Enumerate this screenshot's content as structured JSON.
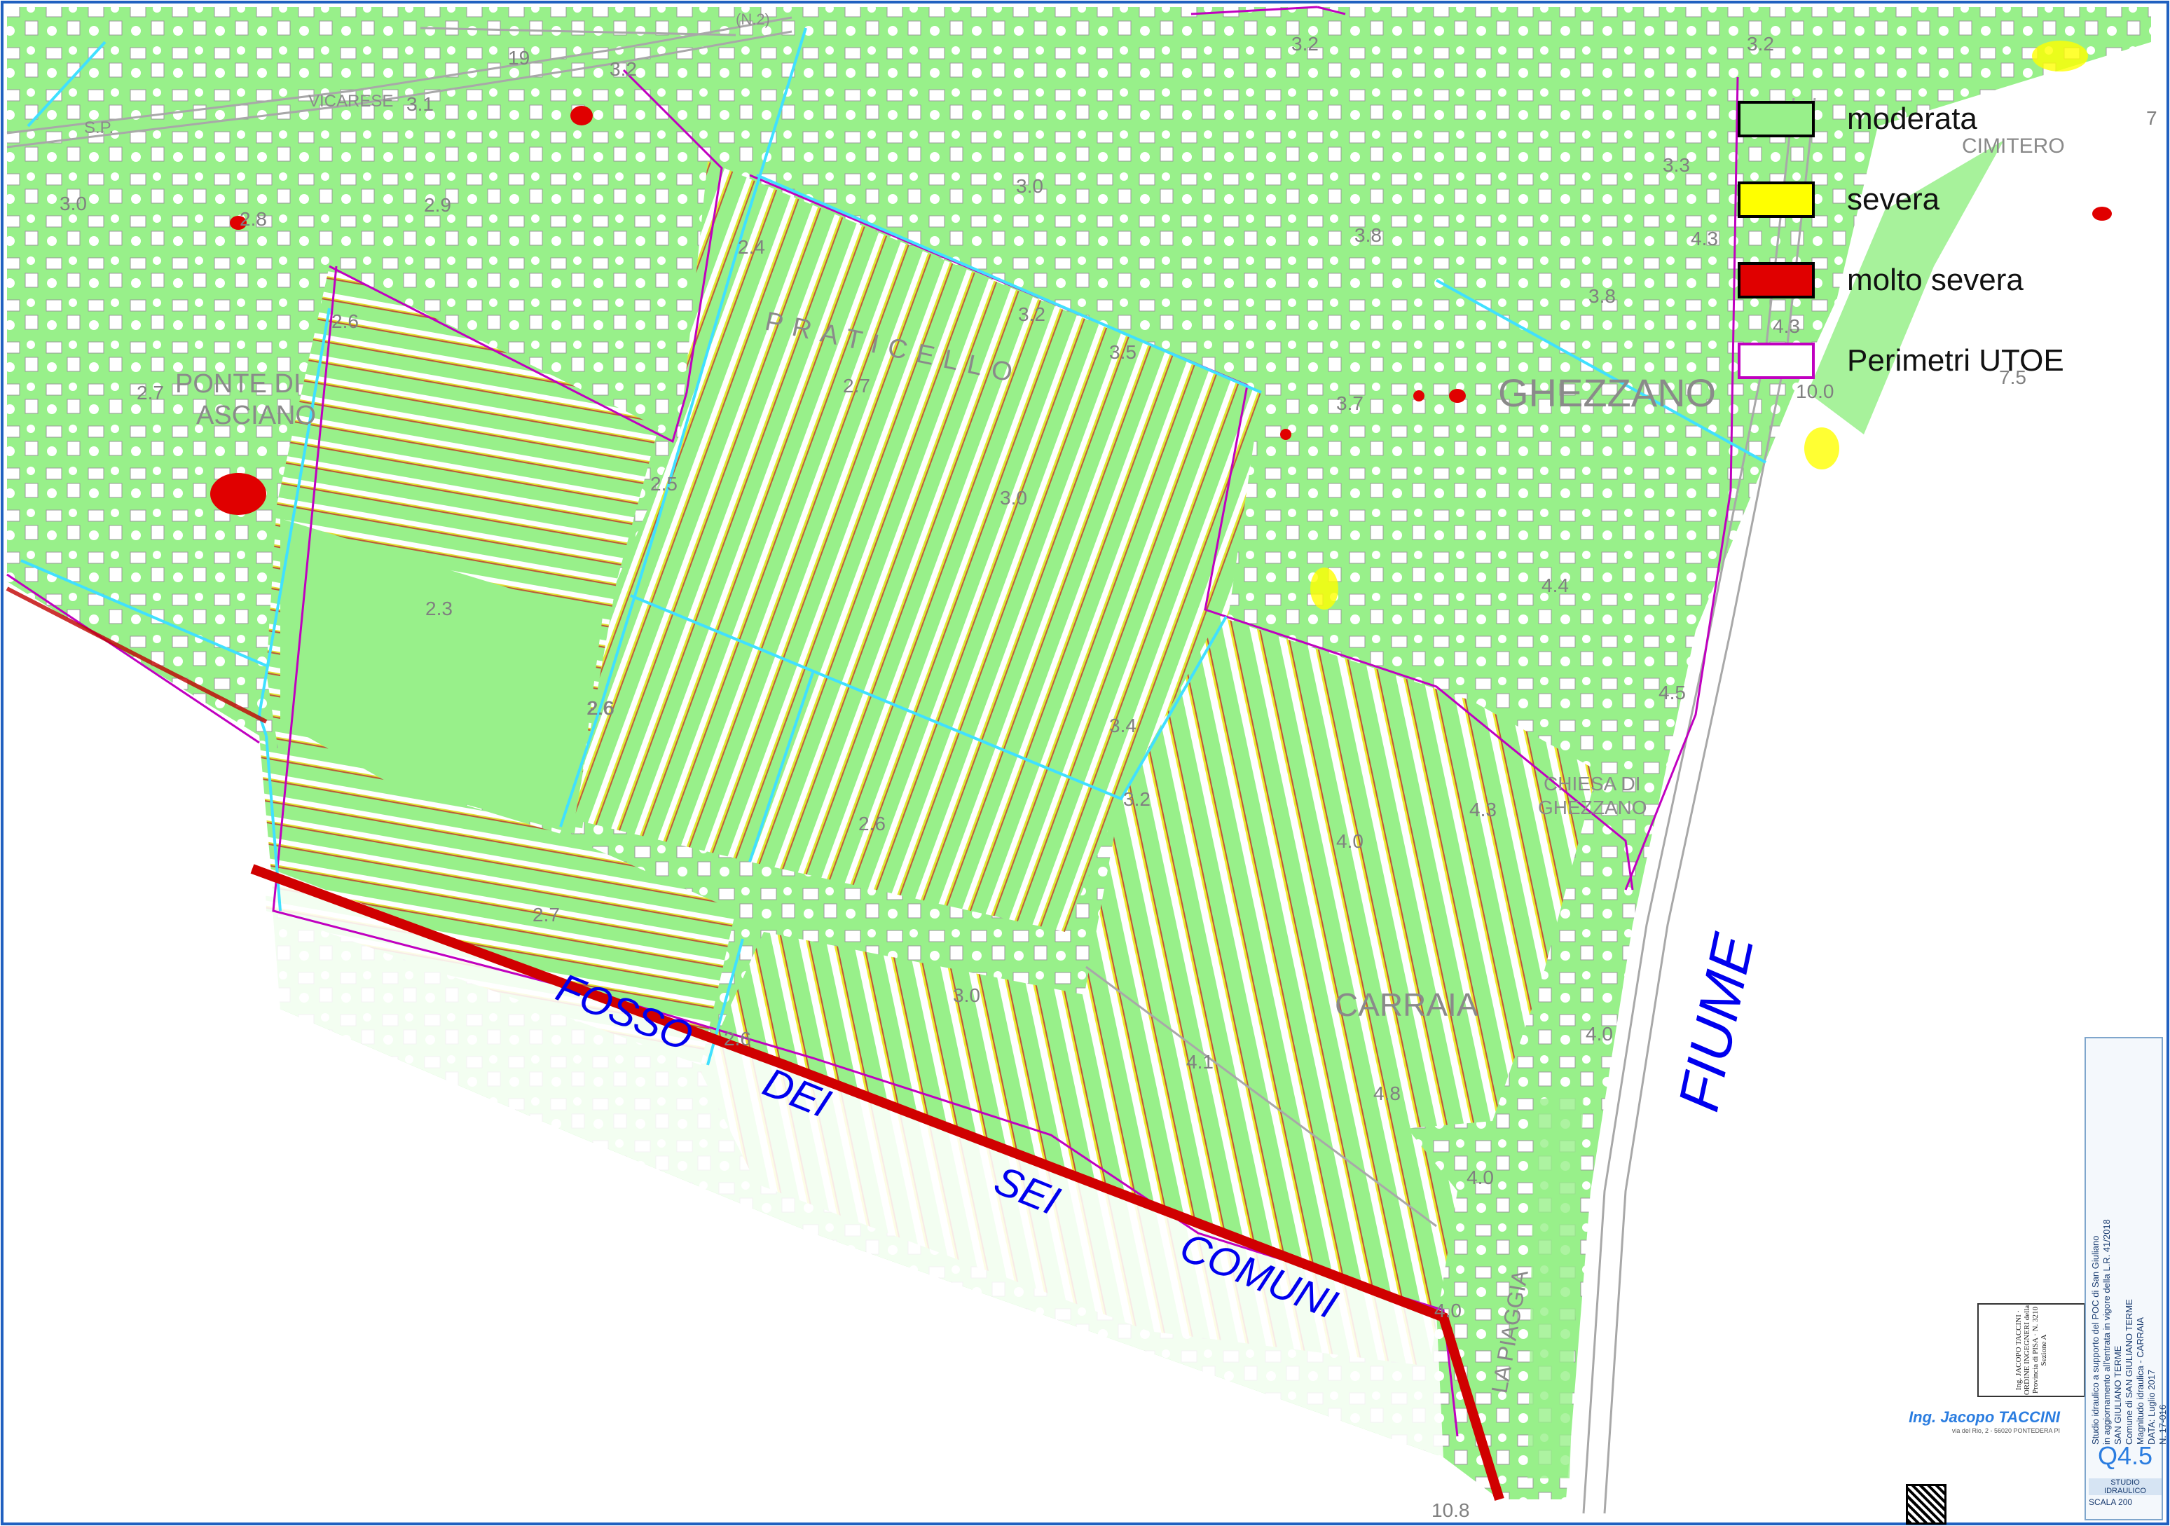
{
  "legend": {
    "items": [
      {
        "label": "moderata",
        "color": "#98f08a"
      },
      {
        "label": "severa",
        "color": "#ffff00"
      },
      {
        "label": "molto severa",
        "color": "#e00000"
      },
      {
        "label": "Perimetri UTOE",
        "color": "#c000c0"
      }
    ]
  },
  "places": {
    "ghezzano": "GHEZZANO",
    "praticello": "PRATICELLO",
    "carraia": "CARRAIA",
    "ponte_line1": "PONTE DI",
    "ponte_line2": "ASCIANO",
    "cimitero": "CIMITERO",
    "chiesa_line1": "CHIESA DI",
    "chiesa_line2": "GHEZZANO",
    "la_piaggia": "LA PIAGGIA",
    "sp": "S.P.",
    "vicarese": "VICARESE",
    "n2": "(N.2)"
  },
  "waterways": {
    "fosso": "FOSSO",
    "dei": "DEI",
    "sei": "SEI",
    "comuni": "COMUNI",
    "fiume": "FIUME"
  },
  "elevations": [
    "19",
    "3.2",
    "3.1",
    "3.0",
    "2.8",
    "2.9",
    "2.4",
    "2.6",
    "2.7",
    "2.5",
    "2.3",
    "2.6",
    "3.2",
    "3.5",
    "2.7",
    "3.0",
    "3.0",
    "3.2",
    "3.3",
    "3.8",
    "3.8",
    "4.3",
    "3.7",
    "10.0",
    "7.5",
    "4.4",
    "4.5",
    "3.4",
    "3.2",
    "2.6",
    "2.6",
    "4.3",
    "4.0",
    "2.7",
    "3.0",
    "2.6",
    "4.1",
    "4.8",
    "4.0",
    "4.0",
    "4.0",
    "10.8",
    "7",
    "3.2",
    "4.3"
  ],
  "titleblock": {
    "lines": [
      "Studio idraulico a supporto del POC di San Giuliano",
      "in aggiornamento all'entrata in vigore della L.R. 41/2018",
      "SAN GIULIANO TERME",
      "Comune di SAN GIULIANO TERME",
      "Magnitudo idraulica - CARRAIA",
      "DATA: Luglio 2017",
      "N. 17-016"
    ],
    "code": "Q4.5",
    "subtitle": "STUDIO IDRAULICO",
    "scale_label": "SCALA",
    "scale_value": "200"
  },
  "engineer": {
    "name": "Ing. Jacopo TACCINI",
    "address": "via del Rio, 2 - 56020 PONTEDERA PI",
    "stamp": "Ing. JACOPO TACCINI · ORDINE INGEGNERI della Provincia di PISA · N. 3210 Sezione A"
  },
  "colors": {
    "moderata": "#98f08a",
    "severa": "#ffff00",
    "molto_severa": "#e00000",
    "utoe": "#c000c0",
    "channel": "#40e0ff",
    "road": "#d0d0d0",
    "river_text": "#0000ee"
  }
}
